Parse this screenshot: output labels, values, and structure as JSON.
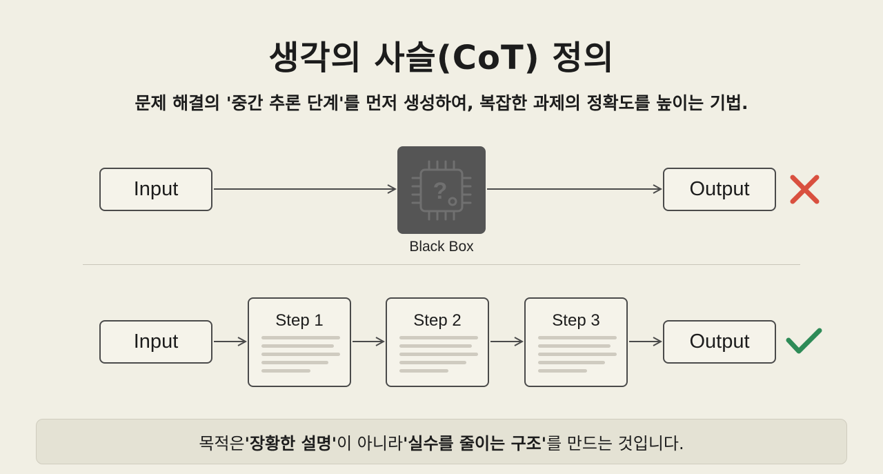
{
  "title": "생각의 사슬(CoT) 정의",
  "subtitle": "문제 해결의 '중간 추론 단계'를 먼저 생성하여, 복잡한 과제의 정확도를 높이는 기법.",
  "top_flow": {
    "input": "Input",
    "black_box_label": "Black Box",
    "black_box_icon": "?",
    "output": "Output",
    "status_icon": "cross-icon",
    "status_color": "#d9503f"
  },
  "bottom_flow": {
    "input": "Input",
    "steps": [
      "Step 1",
      "Step 2",
      "Step 3"
    ],
    "output": "Output",
    "status_icon": "check-icon",
    "status_color": "#2e8b57"
  },
  "note": {
    "prefix": "목적은 ",
    "emphasis1": "'장황한 설명'",
    "middle": "이 아니라 ",
    "emphasis2": "'실수를 줄이는 구조'",
    "suffix": "를 만드는 것입니다."
  }
}
